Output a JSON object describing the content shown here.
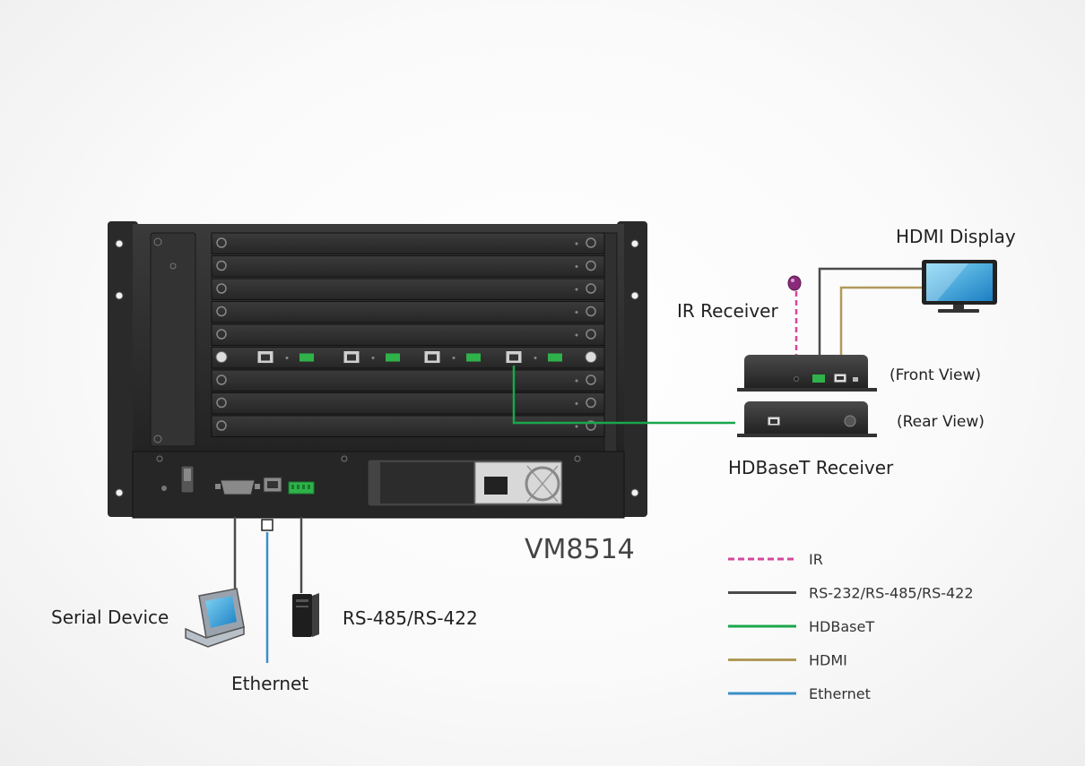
{
  "device": {
    "model": "VM8514"
  },
  "labels": {
    "hdmi_display": "HDMI Display",
    "ir_receiver": "IR Receiver",
    "front_view": "(Front View)",
    "rear_view": "(Rear View)",
    "hdbaset_receiver": "HDBaseT Receiver",
    "serial_device": "Serial Device",
    "rs485_rs422": "RS-485/RS-422",
    "ethernet": "Ethernet"
  },
  "legend": [
    {
      "label": "IR",
      "color": "#d6479b",
      "style": "dashed"
    },
    {
      "label": "RS-232/RS-485/RS-422",
      "color": "#4a4a4a",
      "style": "solid"
    },
    {
      "label": "HDBaseT",
      "color": "#1aa64b",
      "style": "solid"
    },
    {
      "label": "HDMI",
      "color": "#b09a5a",
      "style": "solid"
    },
    {
      "label": "Ethernet",
      "color": "#3b8fc9",
      "style": "solid"
    }
  ],
  "colors": {
    "ir": "#d6479b",
    "serial": "#4a4a4a",
    "hdbaset": "#1aa64b",
    "hdmi": "#b09a5a",
    "ethernet": "#3b8fc9",
    "chassis": "#2b2b2b"
  }
}
